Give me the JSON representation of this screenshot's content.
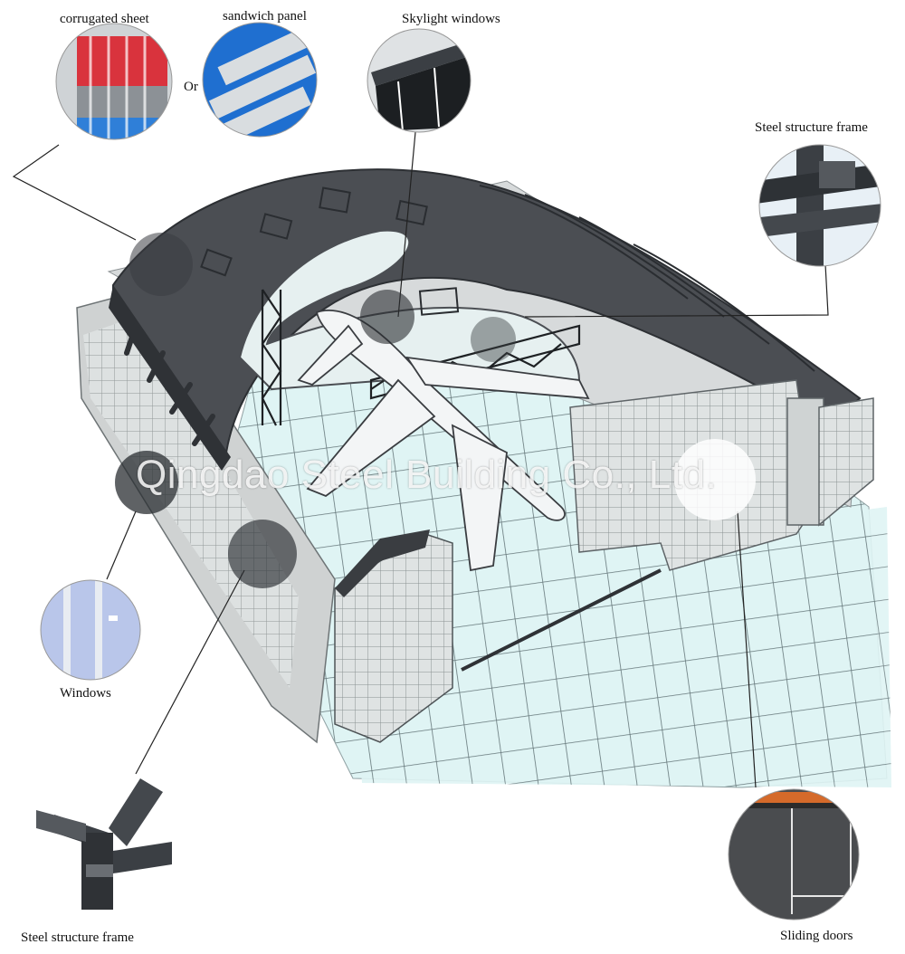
{
  "labels": {
    "corrugated_sheet": "corrugated sheet",
    "or": "Or",
    "sandwich_panel": "sandwich panel",
    "skylight_windows": "Skylight windows",
    "steel_frame_top": "Steel structure frame",
    "windows": "Windows",
    "steel_frame_bottom": "Steel structure frame",
    "sliding_doors": "Sliding doors"
  },
  "watermark": "Qingdao Steel Building Co., Ltd.",
  "colors": {
    "roof": "#4a4d52",
    "roof_dark": "#34373b",
    "floor": "#d8f2f2",
    "grid": "#5a6a6e",
    "wall": "#d4d6d6",
    "panel_blue": "#2f7fd8",
    "panel_red": "#d9333d",
    "steel": "#3b3f44"
  },
  "icons": {
    "corrugated_sheet": "corrugated-sheet-photo",
    "sandwich_panel": "sandwich-panel-photo",
    "skylight": "skylight-photo",
    "steel_frame": "steel-joint-photo",
    "windows": "window-frame-photo",
    "sliding_doors": "sliding-door-photo"
  }
}
